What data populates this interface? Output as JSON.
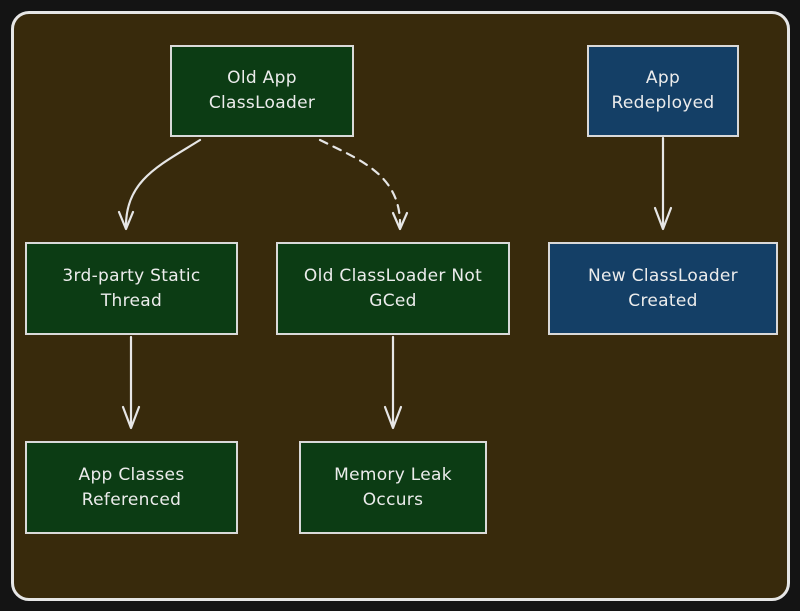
{
  "diagram": {
    "nodes": [
      {
        "id": "old_app_classloader",
        "lines": [
          "Old App",
          "ClassLoader"
        ],
        "fill": "#0c3c14"
      },
      {
        "id": "app_redeployed",
        "lines": [
          "App",
          "Redeployed"
        ],
        "fill": "#143f66"
      },
      {
        "id": "third_party_static_thread",
        "lines": [
          "3rd-party Static",
          "Thread"
        ],
        "fill": "#0c3c14"
      },
      {
        "id": "old_classloader_not_gced",
        "lines": [
          "Old ClassLoader Not",
          "GCed"
        ],
        "fill": "#0c3c14"
      },
      {
        "id": "new_classloader_created",
        "lines": [
          "New ClassLoader",
          "Created"
        ],
        "fill": "#143f66"
      },
      {
        "id": "app_classes_referenced",
        "lines": [
          "App Classes",
          "Referenced"
        ],
        "fill": "#0c3c14"
      },
      {
        "id": "memory_leak_occurs",
        "lines": [
          "Memory Leak",
          "Occurs"
        ],
        "fill": "#0c3c14"
      }
    ],
    "edges": [
      {
        "from": "old_app_classloader",
        "to": "third_party_static_thread",
        "style": "solid"
      },
      {
        "from": "old_app_classloader",
        "to": "old_classloader_not_gced",
        "style": "dashed"
      },
      {
        "from": "app_redeployed",
        "to": "new_classloader_created",
        "style": "solid"
      },
      {
        "from": "third_party_static_thread",
        "to": "app_classes_referenced",
        "style": "solid"
      },
      {
        "from": "old_classloader_not_gced",
        "to": "memory_leak_occurs",
        "style": "solid"
      }
    ],
    "colors": {
      "background": "#382a0c",
      "stroke": "#e6e6e6",
      "text": "#ececec",
      "green_node": "#0c3c14",
      "blue_node": "#143f66"
    }
  }
}
